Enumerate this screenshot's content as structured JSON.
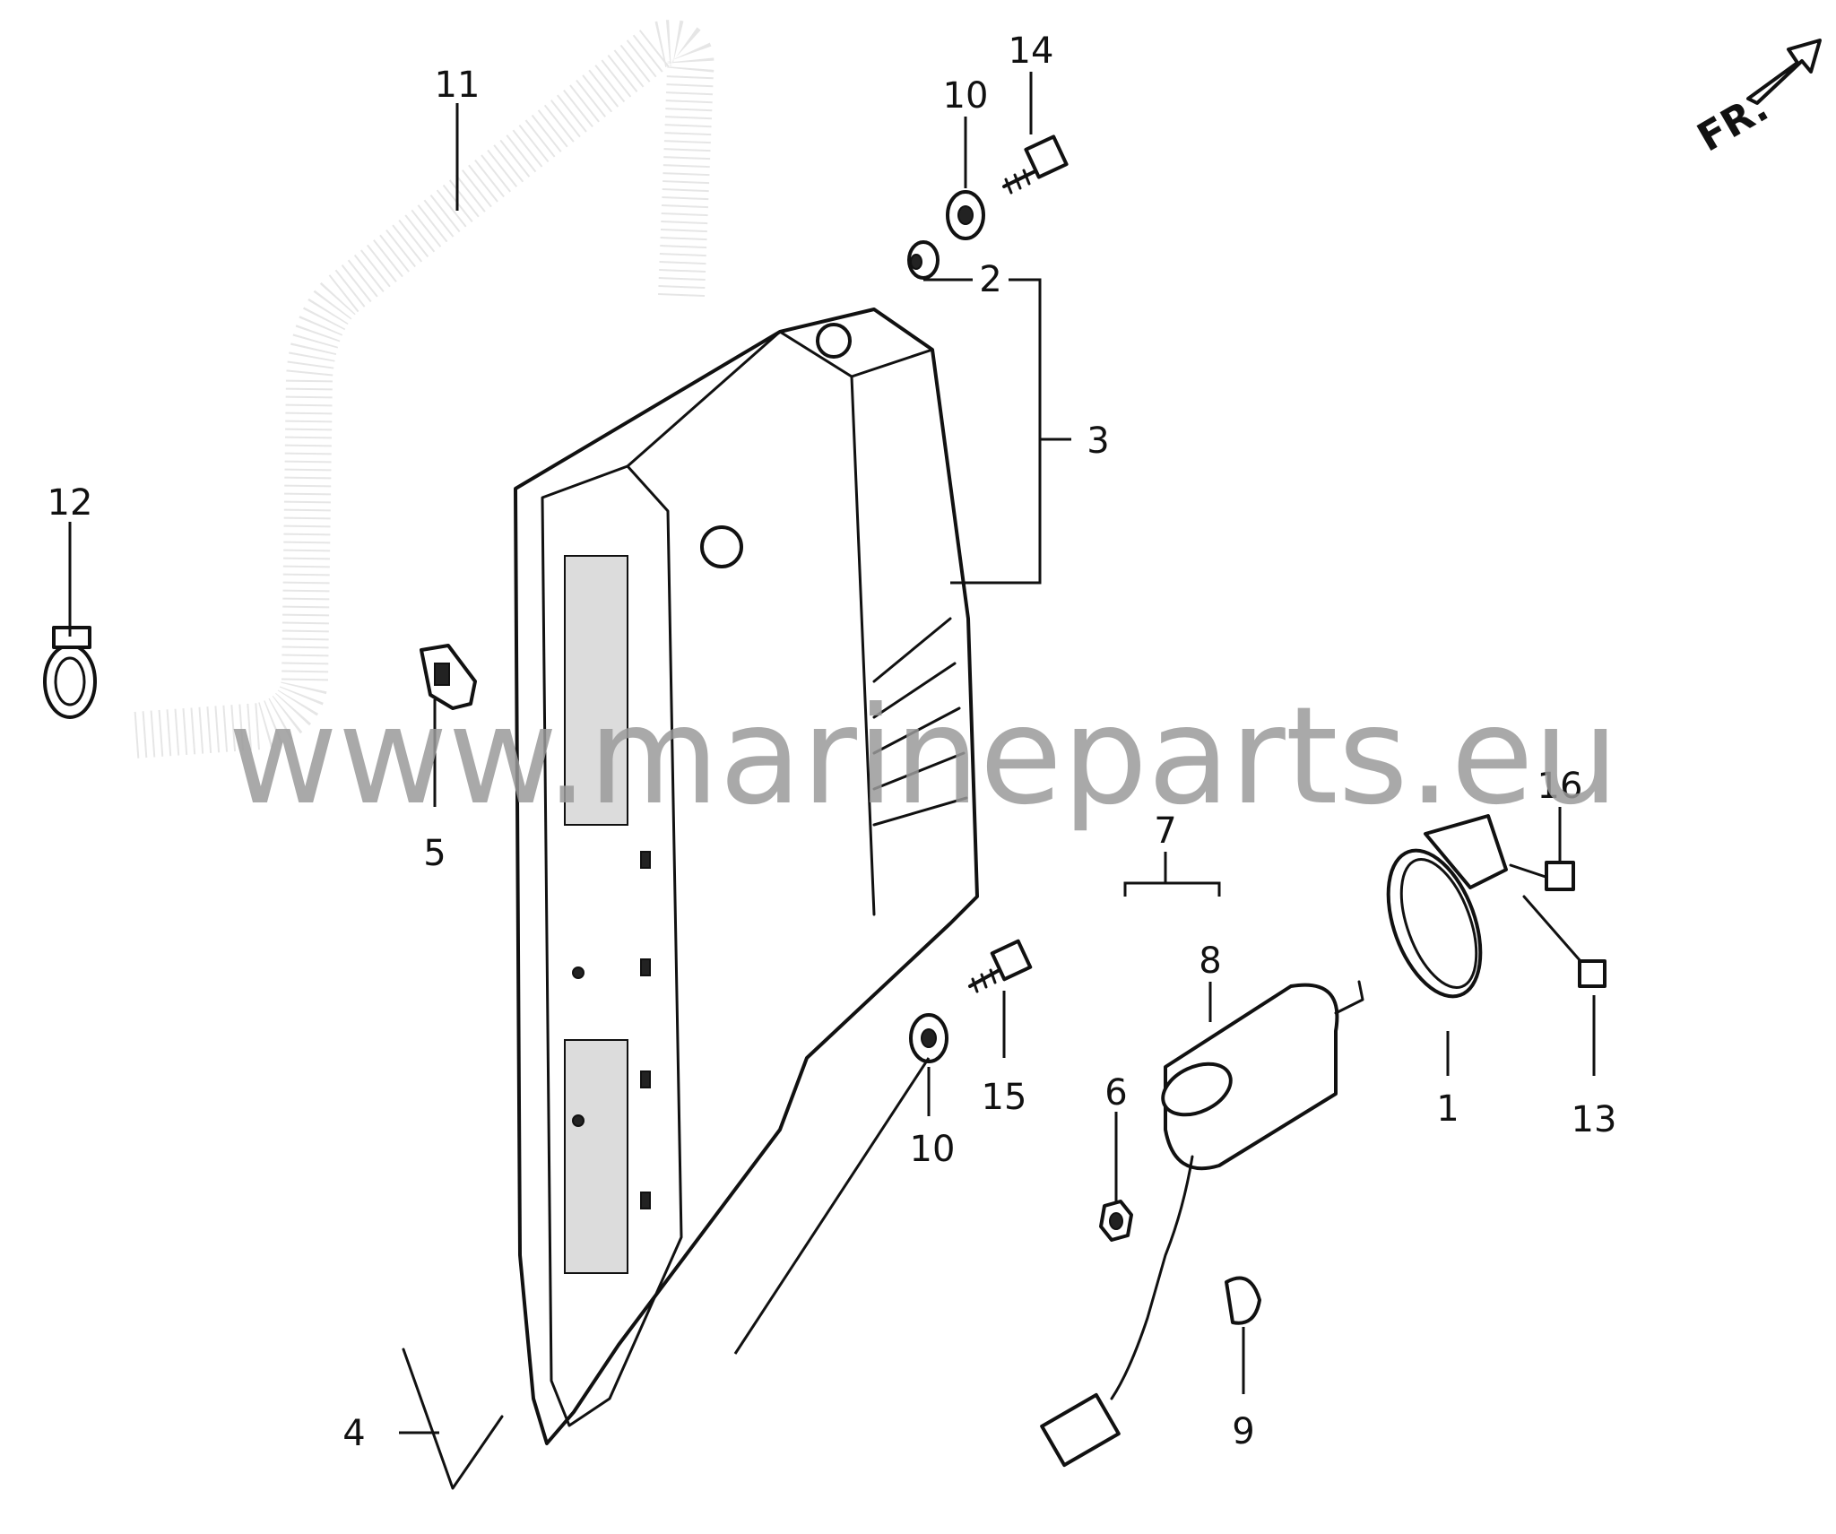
{
  "watermark": "www.marineparts.eu",
  "direction_label": "FR.",
  "callouts": {
    "c1": "1",
    "c2": "2",
    "c3": "3",
    "c4": "4",
    "c5": "5",
    "c6": "6",
    "c7": "7",
    "c8": "8",
    "c9": "9",
    "c10a": "10",
    "c10b": "10",
    "c11": "11",
    "c12": "12",
    "c13": "13",
    "c14": "14",
    "c15": "15",
    "c16": "16"
  },
  "colors": {
    "line": "#111111",
    "watermark": "#9a9a9a",
    "background": "#ffffff"
  }
}
